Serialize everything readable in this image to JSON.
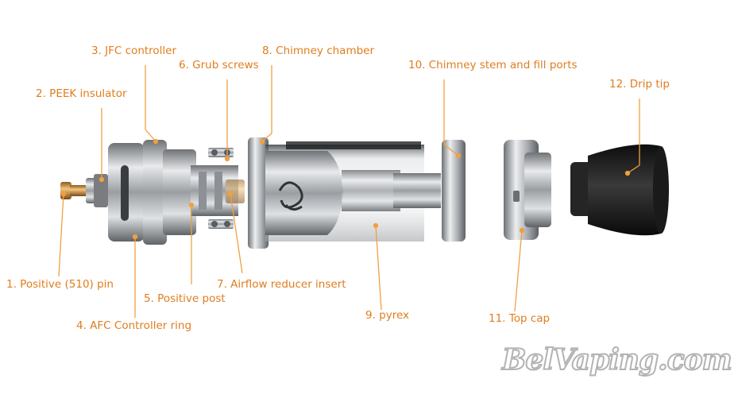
{
  "labels": {
    "l1": "1.  Positive (510) pin",
    "l2": "2.  PEEK insulator",
    "l3": "3.  JFC controller",
    "l4": "4.  AFC Controller ring",
    "l5": "5.  Positive post",
    "l6": "6.  Grub screws",
    "l7": "7.  Airflow reducer insert",
    "l8": "8.  Chimney chamber",
    "l9": "9.  pyrex",
    "l10": "10.  Chimney stem and fill ports",
    "l11": "11.  Top cap",
    "l12": "12.  Drip tip"
  },
  "watermark": "BelVaping.com",
  "colors": {
    "label": "#e07d1f",
    "leader": "#f0a040",
    "metal": "#b9bcc0",
    "tip": "#1c1c1c"
  }
}
